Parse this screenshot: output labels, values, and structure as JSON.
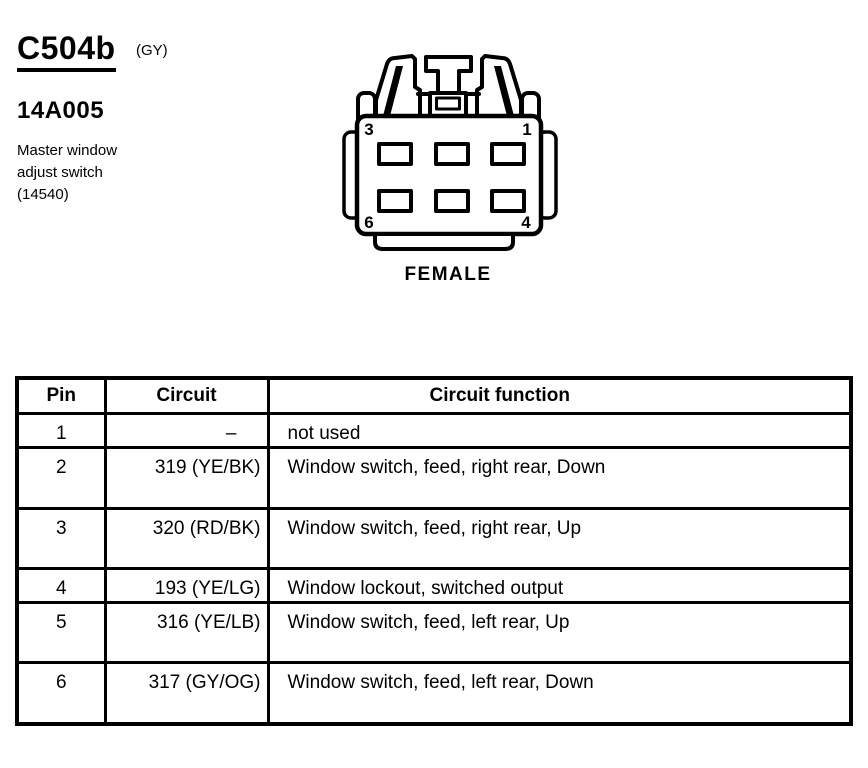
{
  "colors": {
    "ink": "#000000",
    "paper": "#ffffff"
  },
  "header": {
    "connector_id": "C504b",
    "color_code": "(GY)",
    "part_number": "14A005",
    "description_lines": [
      "Master window",
      "adjust switch",
      "(14540)"
    ]
  },
  "connector": {
    "gender_label": "FEMALE",
    "pin_labels": {
      "top_left": "3",
      "top_right": "1",
      "bottom_left": "6",
      "bottom_right": "4"
    }
  },
  "table": {
    "headers": [
      "Pin",
      "Circuit",
      "Circuit function"
    ],
    "rows": [
      {
        "pin": "1",
        "circuit": "–",
        "function": "not used"
      },
      {
        "pin": "2",
        "circuit": "319 (YE/BK)",
        "function": "Window switch, feed, right rear, Down"
      },
      {
        "pin": "3",
        "circuit": "320 (RD/BK)",
        "function": "Window switch, feed, right rear, Up"
      },
      {
        "pin": "4",
        "circuit": "193 (YE/LG)",
        "function": "Window lockout, switched output"
      },
      {
        "pin": "5",
        "circuit": "316 (YE/LB)",
        "function": "Window switch, feed, left rear, Up"
      },
      {
        "pin": "6",
        "circuit": "317 (GY/OG)",
        "function": "Window switch, feed, left rear, Down"
      }
    ]
  }
}
